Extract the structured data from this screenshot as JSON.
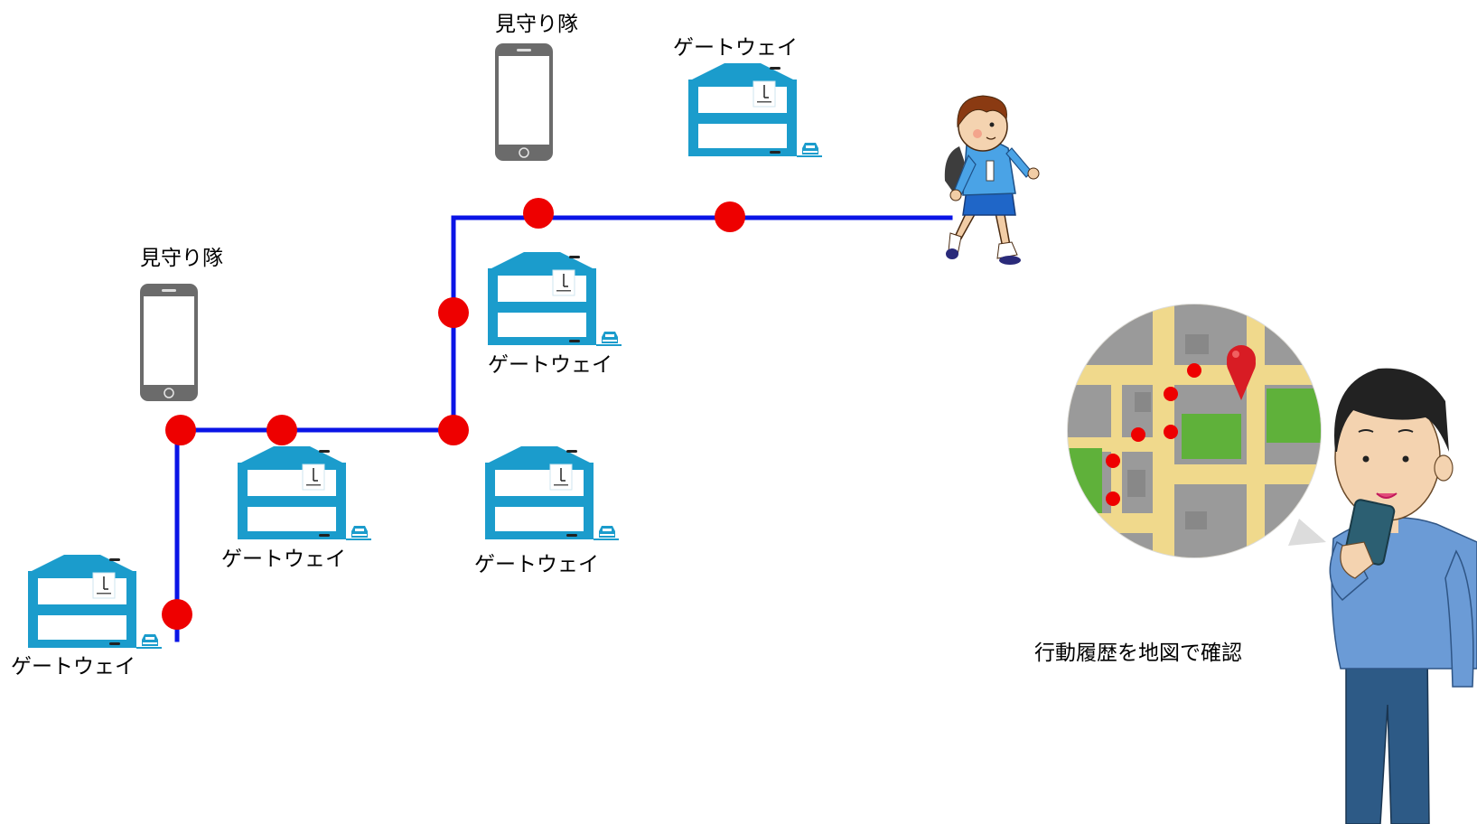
{
  "colors": {
    "route": "#0a14e6",
    "node": "#ee0000",
    "gateway": "#1b9ccc",
    "phone_body": "#6b6b6b",
    "map_road": "#f0d98c",
    "map_block": "#9a9a9a",
    "map_park": "#5fb13a",
    "pin": "#d81c24"
  },
  "labels": {
    "gateway": "ゲートウェイ",
    "watcher": "見守り隊",
    "map_caption": "行動履歴を地図で確認"
  },
  "icons": {
    "gateway": "gateway-building-icon",
    "phone": "smartphone-icon",
    "child": "child-walking-icon",
    "parent": "parent-with-phone-icon",
    "map": "map-bubble-icon",
    "pin": "map-pin-icon"
  }
}
